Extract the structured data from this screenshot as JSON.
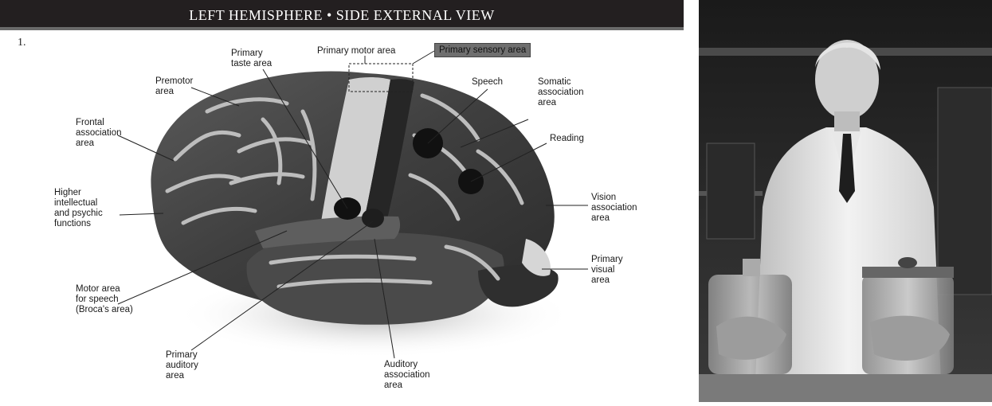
{
  "figure": {
    "header_title": "LEFT HEMISPHERE • SIDE EXTERNAL VIEW",
    "figure_number": "1."
  },
  "labels": {
    "primary_taste_area": "Primary\ntaste area",
    "primary_motor_area": "Primary motor area",
    "primary_sensory_area": "Primary sensory area",
    "premotor_area": "Premotor\narea",
    "speech": "Speech",
    "somatic_association_area": "Somatic\nassociation\narea",
    "frontal_association_area": "Frontal\nassociation\narea",
    "reading": "Reading",
    "higher_intellectual": "Higher\nintellectual\nand psychic\nfunctions",
    "vision_association_area": "Vision\nassociation\narea",
    "primary_visual_area": "Primary\nvisual\narea",
    "motor_area_speech": "Motor area\nfor speech\n(Broca's area)",
    "primary_auditory_area": "Primary\nauditory\narea",
    "auditory_association_area": "Auditory\nassociation\narea"
  },
  "colors": {
    "header_bg": "#231f20",
    "brain_dark": "#3a3a3a",
    "brain_light": "#cfcfcf",
    "sensory_box": "#6f6f6f"
  }
}
